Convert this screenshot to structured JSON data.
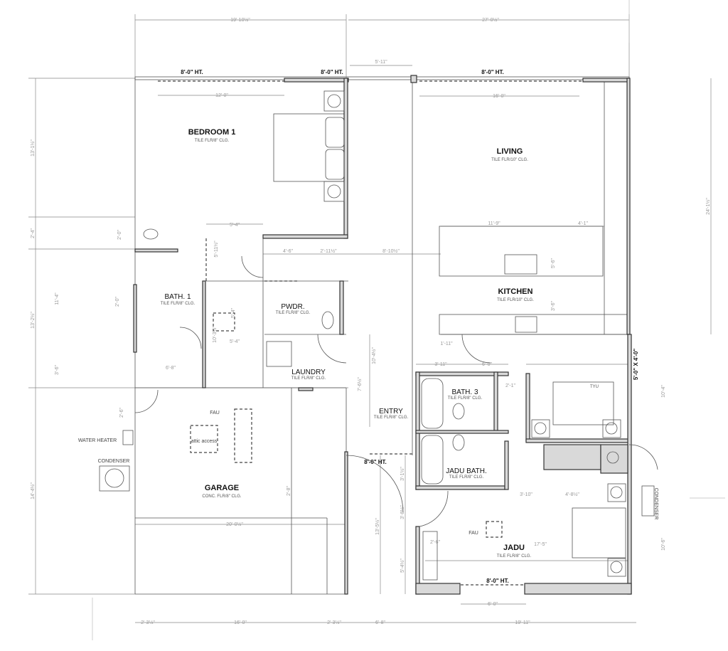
{
  "rooms": {
    "bedroom1": {
      "name": "BEDROOM 1",
      "finish": "TILE FLR/8\" CLG."
    },
    "living": {
      "name": "LIVING",
      "finish": "TILE FLR/10\" CLG."
    },
    "kitchen": {
      "name": "KITCHEN",
      "finish": "TILE FLR/10\" CLG."
    },
    "bath1": {
      "name": "BATH. 1",
      "finish": "TILE FLR/8\" CLG."
    },
    "pwdr": {
      "name": "PWDR.",
      "finish": "TILE FLR/8\" CLG."
    },
    "laundry": {
      "name": "LAUNDRY",
      "finish": "TILE FLR/8\" CLG."
    },
    "bath3": {
      "name": "BATH. 3",
      "finish": "TILE FLR/8\" CLG."
    },
    "entry": {
      "name": "ENTRY",
      "finish": "TILE FLR/8\" CLG."
    },
    "jadu_bath": {
      "name": "JADU BATH.",
      "finish": "TILE FLR/8\" CLG."
    },
    "garage": {
      "name": "GARAGE",
      "finish": "CONC. FLR/8\" CLG."
    },
    "jadu": {
      "name": "JADU",
      "finish": "TILE FLR/8\" CLG."
    }
  },
  "notes": {
    "fau_garage": "FAU",
    "attic": "attic access",
    "water_heater": "WATER HEATER",
    "condenser_left": "CONDENSER",
    "fau_jadu": "FAU",
    "condenser_right": "CONDENSER",
    "window_size": "5'-0\" X 4'-0\"",
    "tyu": "TYU"
  },
  "header_heights": [
    "8'-0\" HT.",
    "8'-0\" HT.",
    "8'-0\" HT.",
    "8'-0\" HT.",
    "8'-0\" HT."
  ],
  "dimensions": {
    "top": [
      "19'-10½\"",
      "27'-0½\"",
      "5'-11\"",
      "12'-0\"",
      "16'-0\""
    ],
    "interior": [
      "5'-4\"",
      "4'-6\"",
      "2'-11½\"",
      "8'-10½\"",
      "11'-9\"",
      "4'-1\"",
      "5'-11½\"",
      "5'-4\"",
      "10'-3½\"",
      "5'-4\"",
      "6'-8\"",
      "1'-11\"",
      "3'-11\"",
      "6'-0\"",
      "2'-1\"",
      "7'-6½\"",
      "10'-4½\"",
      "3'-10\"",
      "4'-8½\"",
      "2'-6\"",
      "17'-5\"",
      "6'-0\"",
      "20'-0½\"",
      "2'-6\""
    ],
    "left": [
      "13'-1½\"",
      "2'-4\"",
      "2'-0\"",
      "11'-4\"",
      "13'-2½\"",
      "2'-0\"",
      "3'-6\"",
      "2'-8\"",
      "14'-4½\""
    ],
    "right": [
      "24'-1½\"",
      "10'-4\"",
      "10'-6\"",
      "5'-6\"",
      "3'-6\""
    ],
    "jadu_left": [
      "13'-5½\"",
      "3'-1½\"",
      "3'-8½\"",
      "5'-4½\""
    ],
    "bottom": [
      "2'-3½\"",
      "16'-0\"",
      "2'-3½\"",
      "6'-8\"",
      "19'-11\""
    ]
  }
}
